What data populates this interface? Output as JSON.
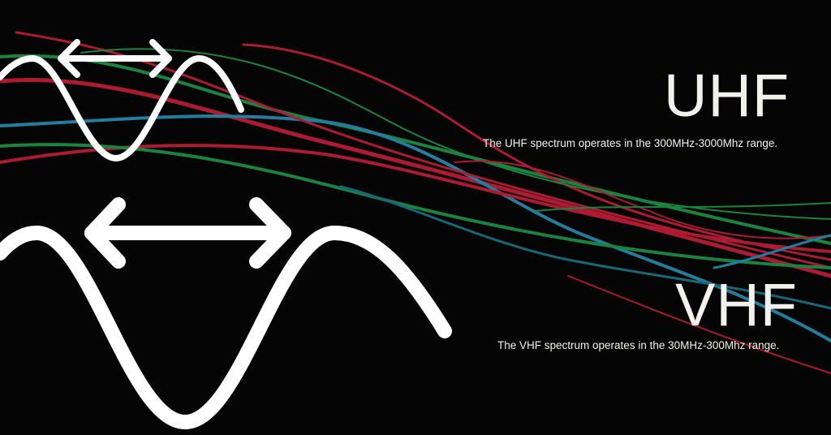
{
  "colors": {
    "background": "#050505",
    "text": "#f3f1ec",
    "wave_stroke": "#ffffff",
    "strand_red": "#c8203a",
    "strand_green": "#1f9a4a",
    "strand_blue": "#2a93b8"
  },
  "uhf": {
    "title": "UHF",
    "description": "The UHF spectrum operates in the 300MHz-3000Mhz range."
  },
  "vhf": {
    "title": "VHF",
    "description": "The VHF spectrum operates in the 30MHz-300Mhz range."
  },
  "graphics": {
    "small_wave_icon": "sine-wave-short-wavelength-icon",
    "small_arrow_icon": "double-headed-arrow-icon",
    "large_wave_icon": "sine-wave-long-wavelength-icon",
    "large_arrow_icon": "double-headed-arrow-icon",
    "background": "colored-signal-strands"
  }
}
